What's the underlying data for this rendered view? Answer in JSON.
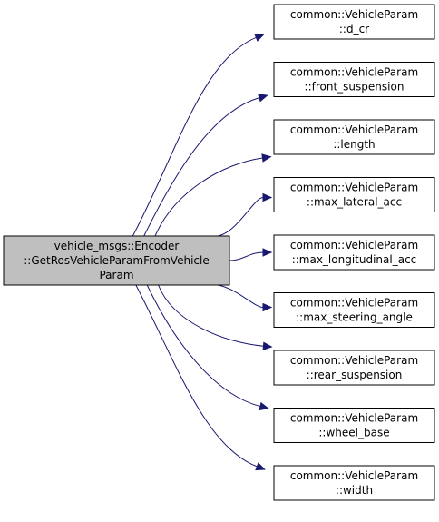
{
  "graph": {
    "colors": {
      "source_fill": "#bfbfbf",
      "target_fill": "#ffffff",
      "border": "#000000",
      "edge": "#191970"
    },
    "source": {
      "lines": [
        "vehicle_msgs::Encoder",
        "::GetRosVehicleParamFromVehicle",
        "Param"
      ]
    },
    "targets": [
      {
        "lines": [
          "common::VehicleParam",
          "::d_cr"
        ]
      },
      {
        "lines": [
          "common::VehicleParam",
          "::front_suspension"
        ]
      },
      {
        "lines": [
          "common::VehicleParam",
          "::length"
        ]
      },
      {
        "lines": [
          "common::VehicleParam",
          "::max_lateral_acc"
        ]
      },
      {
        "lines": [
          "common::VehicleParam",
          "::max_longitudinal_acc"
        ]
      },
      {
        "lines": [
          "common::VehicleParam",
          "::max_steering_angle"
        ]
      },
      {
        "lines": [
          "common::VehicleParam",
          "::rear_suspension"
        ]
      },
      {
        "lines": [
          "common::VehicleParam",
          "::wheel_base"
        ]
      },
      {
        "lines": [
          "common::VehicleParam",
          "::width"
        ]
      }
    ]
  }
}
